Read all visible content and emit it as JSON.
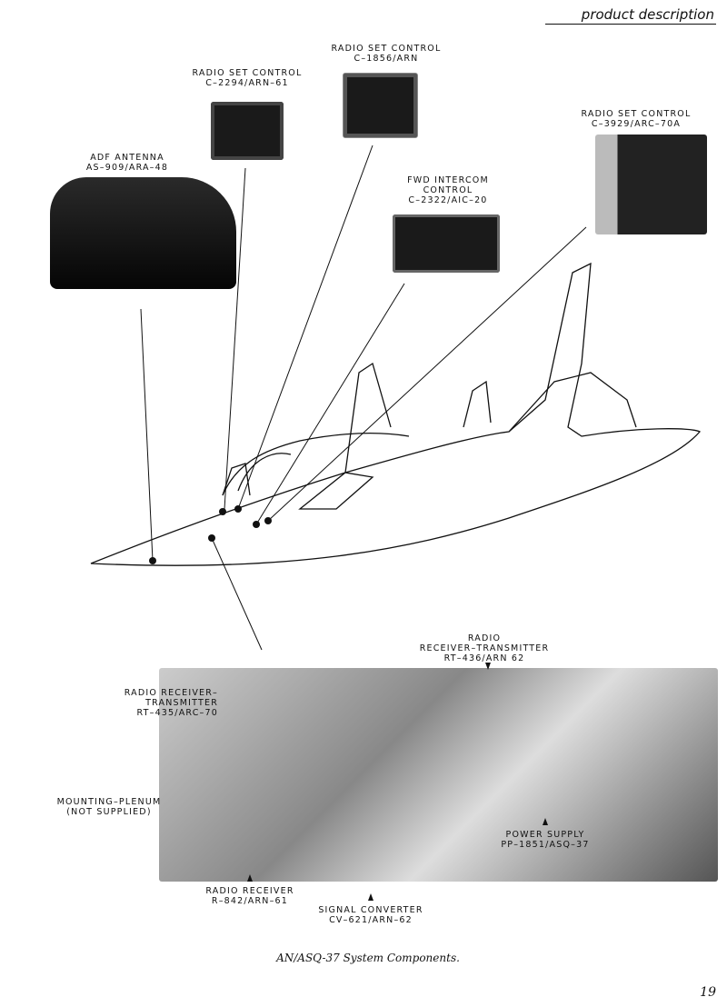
{
  "header": {
    "section": "product description"
  },
  "components": {
    "c1856": {
      "title": "RADIO SET CONTROL",
      "model": "C–1856/ARN"
    },
    "c2294": {
      "title": "RADIO SET CONTROL",
      "model": "C–2294/ARN–61"
    },
    "adf": {
      "title": "ADF ANTENNA",
      "model": "AS–909/ARA–48"
    },
    "fwd": {
      "title1": "FWD INTERCOM",
      "title2": "CONTROL",
      "model": "C–2322/AIC–20"
    },
    "c3929": {
      "title": "RADIO SET CONTROL",
      "model": "C–3929/ARC–70A"
    },
    "rt436": {
      "title1": "RADIO",
      "title2": "RECEIVER–TRANSMITTER",
      "model": "RT–436/ARN 62"
    },
    "rt435": {
      "title1": "RADIO RECEIVER–",
      "title2": "TRANSMITTER",
      "model": "RT–435/ARC–70"
    },
    "plenum": {
      "title": "MOUNTING–PLENUM",
      "note": "(NOT SUPPLIED)"
    },
    "pp1851": {
      "title": "POWER SUPPLY",
      "model": "PP–1851/ASQ–37"
    },
    "r842": {
      "title": "RADIO RECEIVER",
      "model": "R–842/ARN–61"
    },
    "cv621": {
      "title": "SIGNAL CONVERTER",
      "model": "CV–621/ARN–62"
    }
  },
  "caption": "AN/ASQ-37 System Components.",
  "page_number": "19"
}
